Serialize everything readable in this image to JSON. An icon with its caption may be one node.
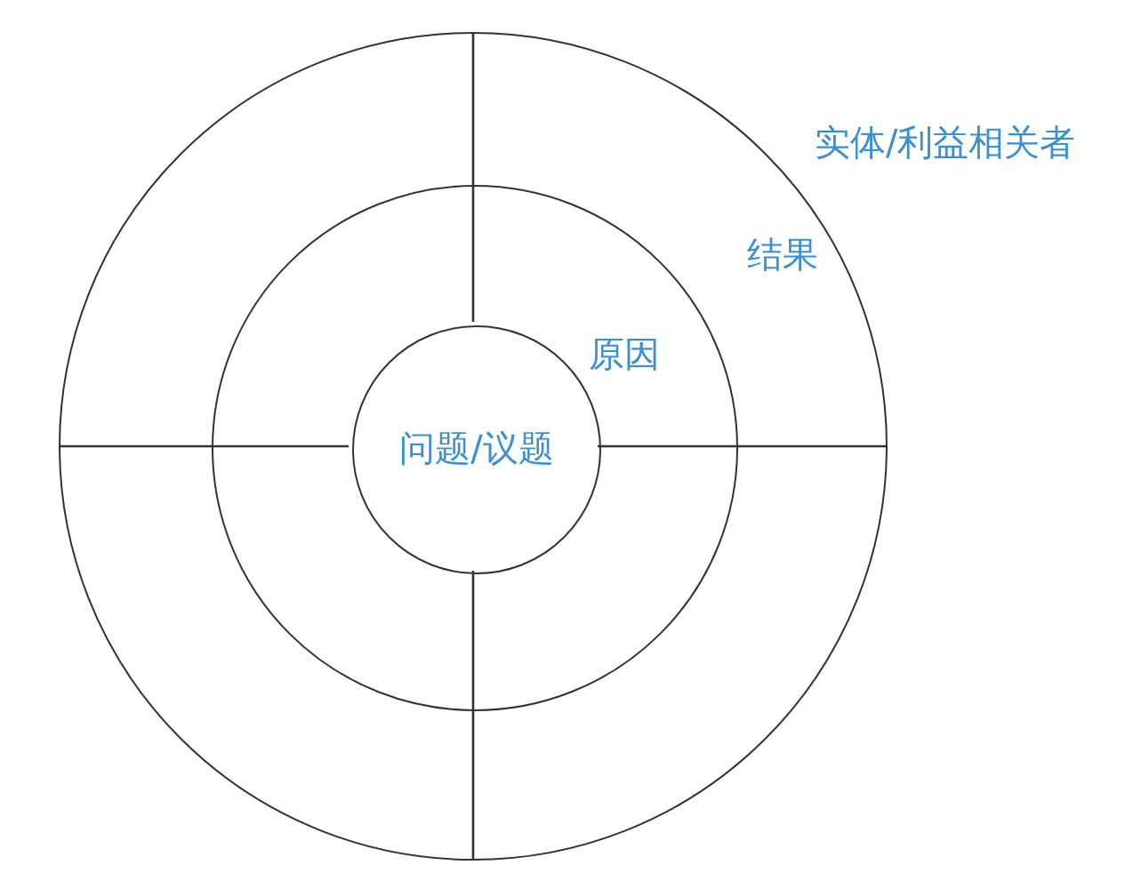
{
  "diagram": {
    "nodes": [
      {
        "text": [
          "结果"
        ],
        "beside": [
          "实体/利益相关者"
        ]
      },
      {
        "text": [
          "原因"
        ],
        "in": 0
      },
      {
        "text": [
          "问题/议题"
        ],
        "in": 1
      }
    ]
  }
}
